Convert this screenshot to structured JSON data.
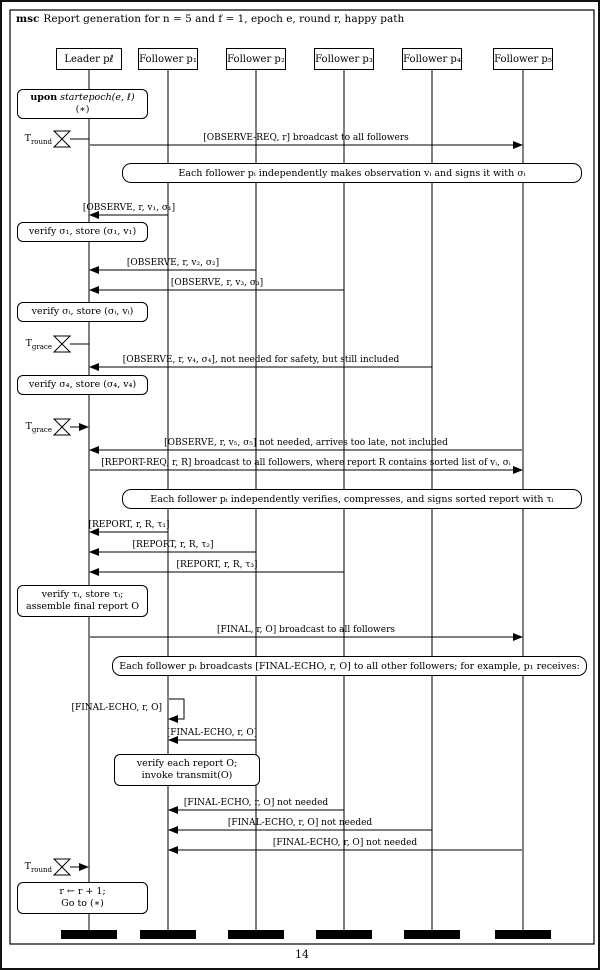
{
  "diagram": {
    "title_keyword": "msc",
    "title_text": "Report generation for n = 5 and f = 1, epoch e, round r, happy path",
    "page_number": "14"
  },
  "participants": {
    "leader": "Leader pℓ",
    "follower1": "Follower p₁",
    "follower2": "Follower p₂",
    "follower3": "Follower p₃",
    "follower4": "Follower p₄",
    "follower5": "Follower p₅"
  },
  "timers": {
    "t": "T",
    "round": "round",
    "grace": "grace"
  },
  "actions": {
    "upon_keyword": "upon",
    "upon_rest": "startepoch(e, ℓ)",
    "upon_line2": "(∗)",
    "verify_sigma1": "verify σ₁, store (σ₁, v₁)",
    "verify_sigma_i": "verify σᵢ, store (σᵢ, vᵢ)",
    "verify_sigma4": "verify σ₄, store (σ₄, v₄)",
    "verify_tau_line1": "verify τᵢ, store τᵢ;",
    "verify_tau_line2": "assemble final report O",
    "verify_report_line1": "verify each report O;",
    "verify_report_line2": "invoke transmit(O)",
    "next_round_line1": "r ← r + 1;",
    "next_round_line2": "Go to (∗)"
  },
  "notes": {
    "observe": "Each follower pᵢ independently makes observation vᵢ and signs it with σᵢ",
    "report": "Each follower pᵢ independently verifies, compresses, and signs sorted report with τᵢ",
    "final_echo": "Each follower pᵢ broadcasts [FINAL-ECHO, r, O] to all other followers; for example, p₁ receives:"
  },
  "messages": {
    "observe_req": "[OBSERVE-REQ, r] broadcast to all followers",
    "observe1": "[OBSERVE, r, v₁, σ₁]",
    "observe2": "[OBSERVE, r, v₂, σ₂]",
    "observe3": "[OBSERVE, r, v₃, σ₃]",
    "observe4": "[OBSERVE, r, v₄, σ₄], not needed for safety, but still included",
    "observe5": "[OBSERVE, r, v₅, σ₅] not needed, arrives too late, not included",
    "report_req": "[REPORT-REQ, r, R] broadcast to all followers, where report R contains sorted list of vᵢ, σᵢ",
    "report1": "[REPORT, r, R, τ₁]",
    "report2": "[REPORT, r, R, τ₂]",
    "report3": "[REPORT, r, R, τ₃]",
    "final": "[FINAL, r, O] broadcast to all followers",
    "final_echo_self": "[FINAL-ECHO, r, O]",
    "final_echo_p2": "[FINAL-ECHO, r, O]",
    "final_echo_p3": "[FINAL-ECHO, r, O] not needed",
    "final_echo_p4": "[FINAL-ECHO, r, O] not needed",
    "final_echo_p5": "[FINAL-ECHO, r, O] not needed"
  }
}
